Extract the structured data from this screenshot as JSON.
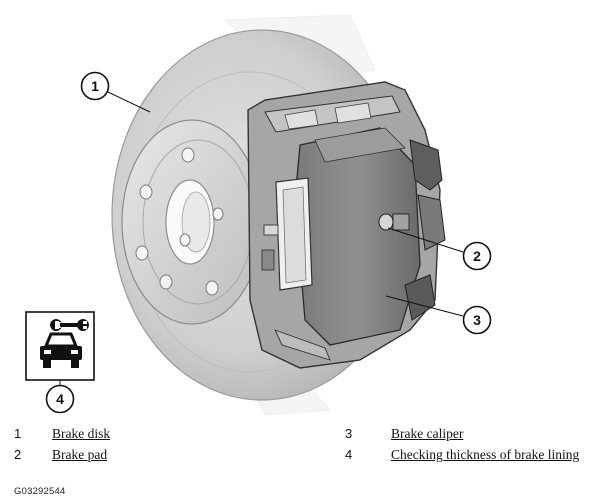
{
  "figure": {
    "callouts": [
      "1",
      "2",
      "3",
      "4"
    ],
    "icon": {
      "name": "service-car-wrench-icon"
    }
  },
  "legend": {
    "items": [
      {
        "num": "1",
        "label": "Brake disk"
      },
      {
        "num": "2",
        "label": "Brake pad"
      },
      {
        "num": "3",
        "label": "Brake caliper"
      },
      {
        "num": "4",
        "label": "Checking thickness of brake lining"
      }
    ]
  },
  "figure_code": "G03292544",
  "colors": {
    "disk_light": "#d4d4d4",
    "disk_mid": "#b9b9b9",
    "caliper_dark": "#6e6e6e",
    "caliper_mid": "#8f8f8f",
    "outline": "#222222"
  }
}
